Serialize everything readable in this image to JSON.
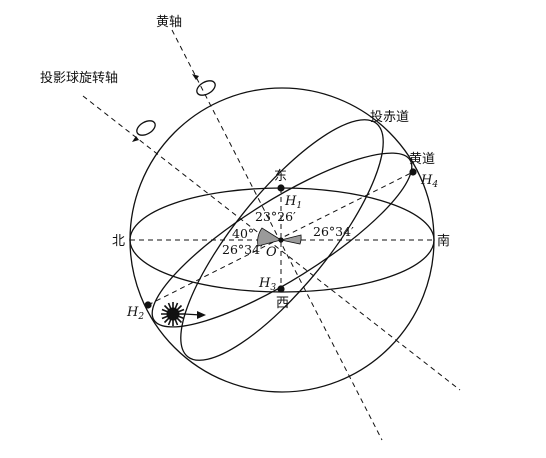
{
  "labels": {
    "ecliptic_axis": "黄轴",
    "projection_axis": "投影球旋转轴",
    "projected_equator": "投赤道",
    "ecliptic": "黄道",
    "east": "东",
    "west": "西",
    "north": "北",
    "south": "南",
    "center": "O",
    "h1": "H",
    "h1_sub": "1",
    "h2": "H",
    "h2_sub": "2",
    "h3": "H",
    "h3_sub": "3",
    "h4": "H",
    "h4_sub": "4"
  },
  "angles": {
    "obliquity_top": "23°26′",
    "forty": "40°",
    "obliquity_left": "26°34′",
    "obliquity_right": "26°34′"
  },
  "colors": {
    "ink": "#111111",
    "shade": "#9a9a9a"
  }
}
